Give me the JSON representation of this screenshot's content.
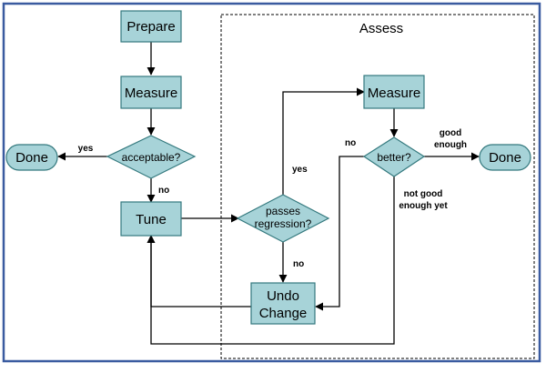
{
  "diagram": {
    "region_title": "Assess",
    "nodes": {
      "prepare": "Prepare",
      "measure_left": "Measure",
      "acceptable": "acceptable?",
      "done_left": "Done",
      "tune": "Tune",
      "passes_line1": "passes",
      "passes_line2": "regression?",
      "undo_line1": "Undo",
      "undo_line2": "Change",
      "measure_right": "Measure",
      "better": "better?",
      "done_right": "Done"
    },
    "edges": {
      "yes_acceptable": "yes",
      "no_acceptable": "no",
      "yes_passes": "yes",
      "no_passes": "no",
      "no_better": "no",
      "good_enough_1": "good",
      "good_enough_2": "enough",
      "not_good_1": "not good",
      "not_good_2": "enough yet"
    },
    "colors": {
      "node_fill": "#a7d3d8",
      "node_stroke": "#34797e",
      "frame": "#3a5ba0"
    }
  }
}
